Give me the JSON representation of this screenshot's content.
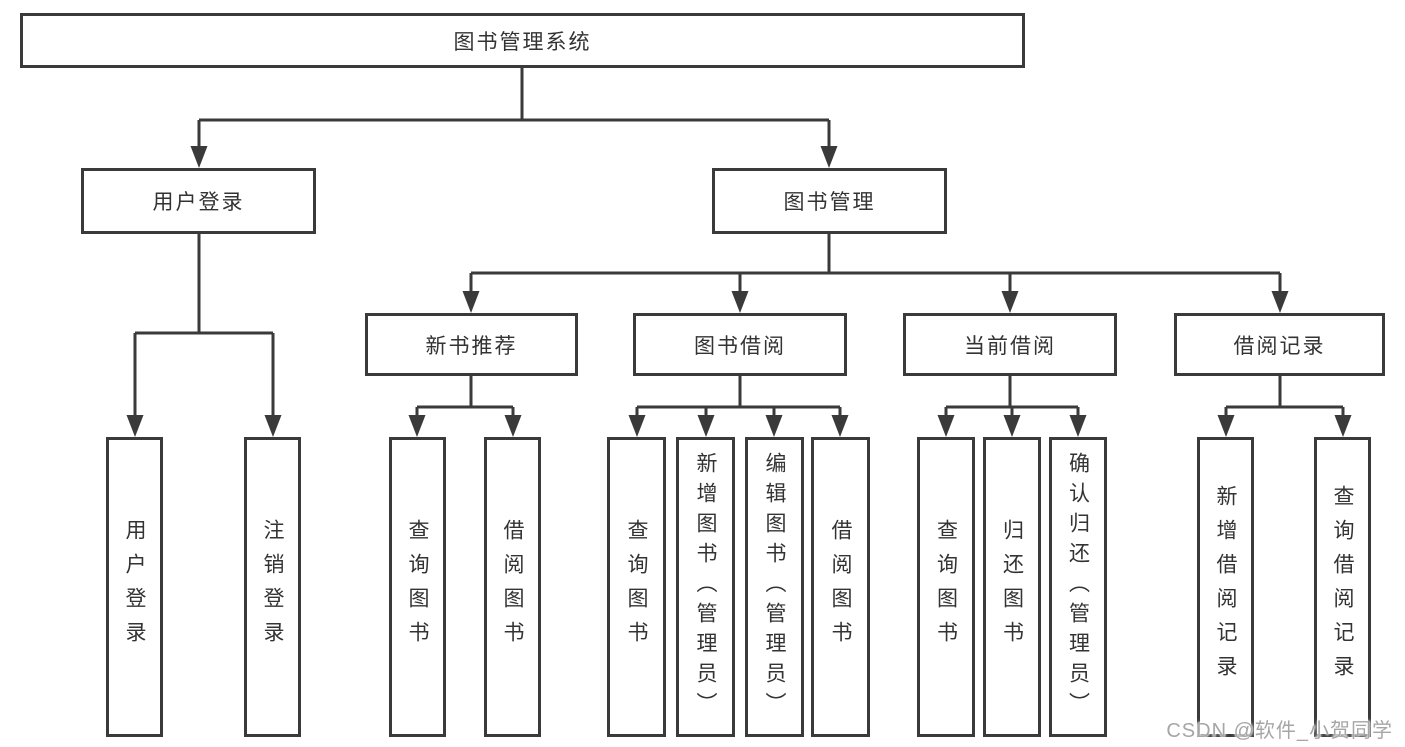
{
  "tree": {
    "root": {
      "label": "图书管理系统",
      "children": [
        {
          "label": "用户登录",
          "children": [
            {
              "label": "用户登录"
            },
            {
              "label": "注销登录"
            }
          ]
        },
        {
          "label": "图书管理",
          "children": [
            {
              "label": "新书推荐",
              "children": [
                {
                  "label": "查询图书"
                },
                {
                  "label": "借阅图书"
                }
              ]
            },
            {
              "label": "图书借阅",
              "children": [
                {
                  "label": "查询图书"
                },
                {
                  "label": "新增图书（管理员）"
                },
                {
                  "label": "编辑图书（管理员）"
                },
                {
                  "label": "借阅图书"
                }
              ]
            },
            {
              "label": "当前借阅",
              "children": [
                {
                  "label": "查询图书"
                },
                {
                  "label": "归还图书"
                },
                {
                  "label": "确认归还（管理员）"
                }
              ]
            },
            {
              "label": "借阅记录",
              "children": [
                {
                  "label": "新增借阅记录"
                },
                {
                  "label": "查询借阅记录"
                }
              ]
            }
          ]
        }
      ]
    }
  },
  "watermark": {
    "text": "CSDN @软件_小贺同学",
    "color": "#a6a6a6"
  },
  "colors": {
    "line": "#3a3a3a",
    "text": "#333333",
    "background": "#ffffff"
  }
}
